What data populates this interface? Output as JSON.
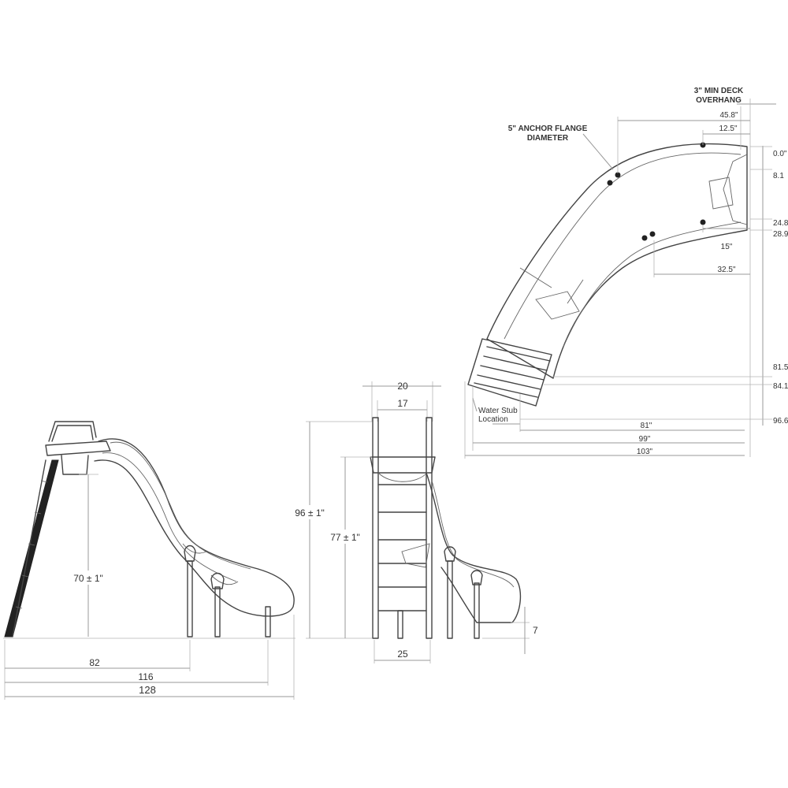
{
  "side_view": {
    "height_label": "70 ± 1\"",
    "length_82": "82",
    "length_116": "116",
    "length_128": "128"
  },
  "front_view": {
    "top_width_20": "20",
    "inner_width_17": "17",
    "overall_height": "96 ± 1\"",
    "platform_height": "77 ± 1\"",
    "base_width": "25",
    "exit_height": "7"
  },
  "top_view": {
    "callout_deck": "3\" MIN DECK\nOVERHANG",
    "callout_deck_line1": "3\" MIN DECK",
    "callout_deck_line2": "OVERHANG",
    "callout_flange_line1": "5\" ANCHOR FLANGE",
    "callout_flange_line2": "DIAMETER",
    "callout_water_line1": "Water Stub",
    "callout_water_line2": "Location",
    "dim_45_8": "45.8\"",
    "dim_12_5": "12.5\"",
    "dim_15": "15\"",
    "dim_32_5": "32.5\"",
    "dim_81": "81\"",
    "dim_99": "99\"",
    "dim_103": "103\"",
    "right_0_0": "0.0\"",
    "right_8_1": "8.1",
    "right_24_8": "24.8",
    "right_28_9": "28.9",
    "right_81_5": "81.5",
    "right_84_1": "84.1",
    "right_96_6": "96.6"
  }
}
